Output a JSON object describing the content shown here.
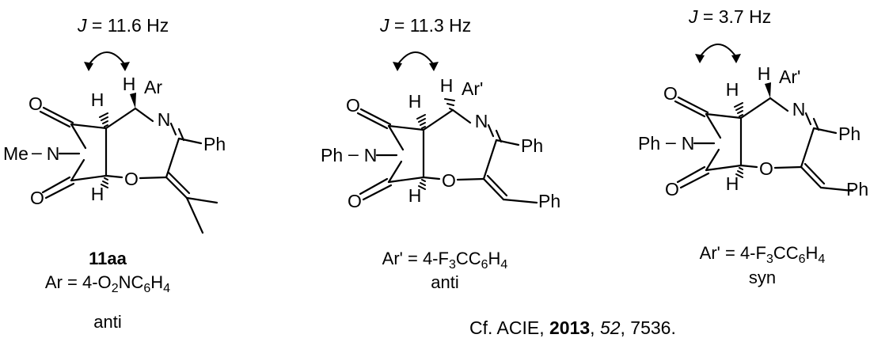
{
  "compounds": [
    {
      "coupling": {
        "symbol": "J",
        "value": "11.6 Hz"
      },
      "n_substituent": "Me",
      "ar_label": "Ar",
      "amidine_sub": "Ph",
      "number": "11aa",
      "descriptor": {
        "label": "Ar",
        "formula": [
          "4-O",
          "2",
          "NC",
          "6",
          "H",
          "4"
        ]
      },
      "stereo": "anti"
    },
    {
      "coupling": {
        "symbol": "J",
        "value": "11.3 Hz"
      },
      "n_substituent": "Ph",
      "ar_label": "Ar'",
      "amidine_sub": "Ph",
      "alkylidene_sub": "Ph",
      "descriptor": {
        "label": "Ar'",
        "formula": [
          "4-F",
          "3",
          "CC",
          "6",
          "H",
          "4"
        ]
      },
      "stereo": "anti"
    },
    {
      "coupling": {
        "symbol": "J",
        "value": "3.7 Hz"
      },
      "n_substituent": "Ph",
      "ar_label": "Ar'",
      "amidine_sub": "Ph",
      "alkylidene_sub": "Ph",
      "descriptor": {
        "label": "Ar'",
        "formula": [
          "4-F",
          "3",
          "CC",
          "6",
          "H",
          "4"
        ]
      },
      "stereo": "syn"
    }
  ],
  "atoms": {
    "oxygen": "O",
    "nitrogen": "N",
    "hydrogen": "H"
  },
  "citation": {
    "prefix": "Cf. ACIE, ",
    "year": "2013",
    "sep": ", ",
    "volume": "52",
    "pages": ", 7536."
  }
}
